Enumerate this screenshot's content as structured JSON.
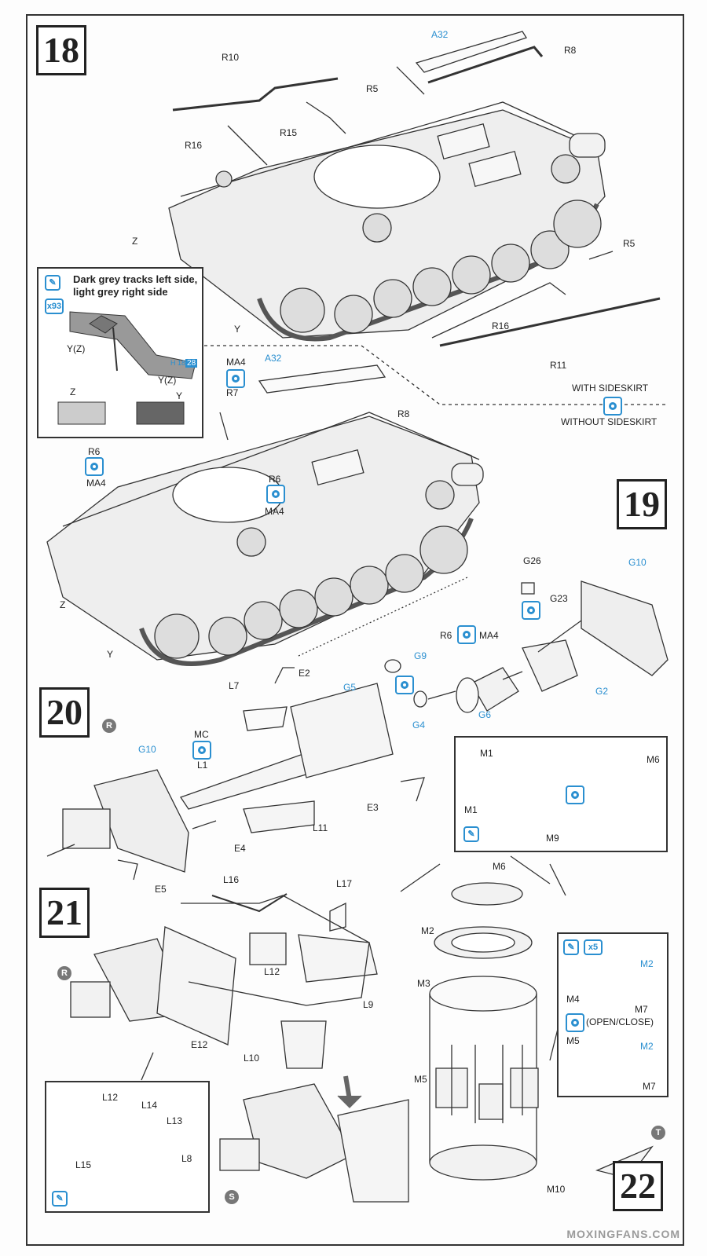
{
  "steps": {
    "s18": "18",
    "s19": "19",
    "s20": "20",
    "s21": "21",
    "s22": "22"
  },
  "step18": {
    "labels": {
      "R10": "R10",
      "A32": "A32",
      "R8": "R8",
      "R5a": "R5",
      "R15": "R15",
      "R16a": "R16",
      "Z": "Z",
      "R5b": "R5",
      "Y": "Y",
      "R16b": "R16",
      "R11": "R11"
    },
    "tracks_note": "Dark grey tracks left side, light grey right side",
    "tracks_qty": "x93",
    "track_labels": {
      "yz1": "Y(Z)",
      "yz2": "Y(Z)",
      "z": "Z",
      "y": "Y",
      "h": "H",
      "h1": "18",
      "h2": "28"
    },
    "option_with": "WITH SIDESKIRT",
    "option_without": "WITHOUT SIDESKIRT"
  },
  "step19": {
    "labels": {
      "MA4a": "MA4",
      "A32": "A32",
      "R7": "R7",
      "R8": "R8",
      "R6a": "R6",
      "MA4b": "MA4",
      "R6b": "R6",
      "MA4c": "MA4",
      "Z": "Z",
      "Y": "Y",
      "R6c": "R6",
      "MA4d": "MA4",
      "G26": "G26",
      "G10": "G10",
      "G23": "G23",
      "G9": "G9",
      "G4": "G4",
      "G6": "G6",
      "G2": "G2"
    }
  },
  "step20": {
    "badge": "R",
    "labels": {
      "L7": "L7",
      "E2": "E2",
      "G5": "G5",
      "MC": "MC",
      "L1": "L1",
      "G10": "G10",
      "E3": "E3",
      "L11": "L11",
      "E4": "E4",
      "E5": "E5"
    }
  },
  "mantlet_box": {
    "labels": {
      "M1a": "M1",
      "M1b": "M1",
      "M6": "M6",
      "M9": "M9"
    }
  },
  "step21": {
    "badge": "R",
    "labels": {
      "L16": "L16",
      "L17": "L17",
      "L12": "L12",
      "L9": "L9",
      "E12": "E12",
      "L10": "L10"
    },
    "detail": {
      "L12": "L12",
      "L14": "L14",
      "L13": "L13",
      "L15": "L15",
      "L8": "L8"
    },
    "result_badge": "S"
  },
  "step22": {
    "badge": "T",
    "labels": {
      "M6": "M6",
      "M2": "M2",
      "M3": "M3",
      "M5": "M5",
      "M10": "M10"
    },
    "hatch_box": {
      "qty": "x5",
      "M2a": "M2",
      "M4": "M4",
      "M7a": "M7",
      "open_close": "(OPEN/CLOSE)",
      "M5": "M5",
      "M2b": "M2",
      "M7b": "M7"
    }
  },
  "watermark": "MOXINGFANS.COM",
  "colors": {
    "accent": "#2a8fd0",
    "line": "#333333",
    "badge": "#777777"
  }
}
